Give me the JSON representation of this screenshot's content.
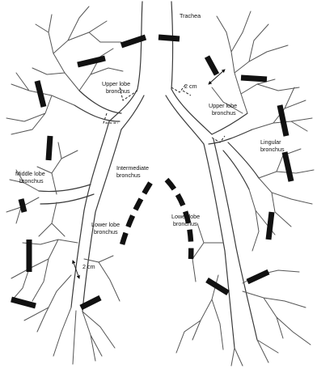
{
  "labels": {
    "trachea": "Trachea",
    "right_upper_lobe_bronchus": [
      "Upper lobe",
      "bronchus"
    ],
    "left_upper_lobe_bronchus": [
      "Upper lobe",
      "bronchus"
    ],
    "lingular_bronchus": [
      "Lingular",
      "bronchus"
    ],
    "intermediate_bronchus": [
      "Intermediate",
      "bronchus"
    ],
    "middle_lobe_bronchus": [
      "Middle lobe",
      "bronchus"
    ],
    "right_lower_lobe_bronchus": [
      "Lower lobe",
      "bronchus"
    ],
    "left_lower_lobe_bronchus": [
      "Lower lobe",
      "bronchus"
    ],
    "upper_measurement": "2 cm",
    "lower_measurement": "2 cm"
  }
}
